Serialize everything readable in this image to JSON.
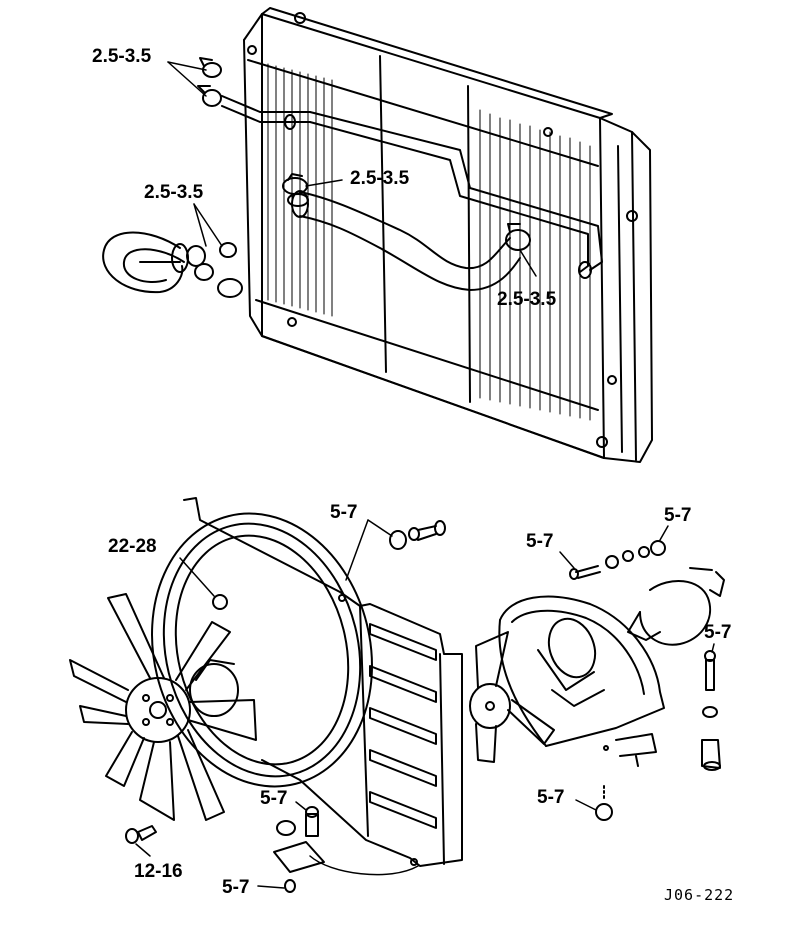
{
  "torque_labels": {
    "upper_hose_clamps": "2.5-3.5",
    "lower_hose_clamps": "2.5-3.5",
    "radiator_outlet_clamp": "2.5-3.5",
    "radiator_inlet_clamp": "2.5-3.5",
    "shroud_upper_bolt": "5-7",
    "fan_nut": "22-28",
    "fan_motor_bolt_left": "5-7",
    "fan_motor_bolt_right": "5-7",
    "motor_mount_bolt": "5-7",
    "motor_lower_nut": "5-7",
    "shroud_lower_bolt": "5-7",
    "shroud_lower_nut": "5-7",
    "fan_bolt": "12-16"
  },
  "figure_code": "J06-222"
}
